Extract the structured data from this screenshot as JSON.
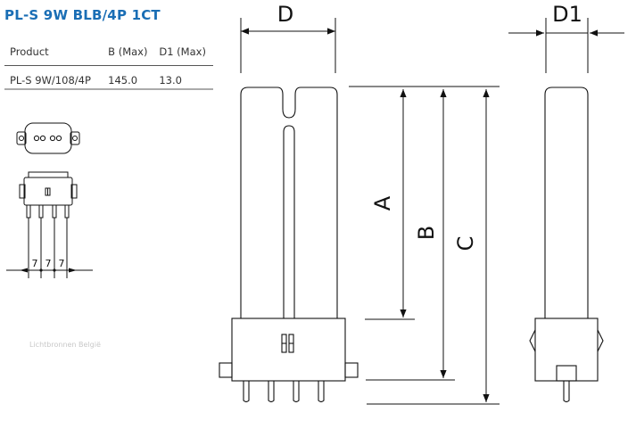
{
  "title": "PL-S 9W BLB/4P 1CT",
  "table": {
    "headers": [
      "Product",
      "B (Max)",
      "D1 (Max)"
    ],
    "rows": [
      [
        "PL-S 9W/108/4P",
        "145.0",
        "13.0"
      ]
    ]
  },
  "watermark": "Lichtbronnen België",
  "pin_spacing_labels": [
    "7",
    "7",
    "7"
  ],
  "dimension_labels": {
    "D": "D",
    "D1": "D1",
    "A": "A",
    "B": "B",
    "C": "C"
  },
  "colors": {
    "title": "#1a6eb5",
    "line": "#111111"
  }
}
